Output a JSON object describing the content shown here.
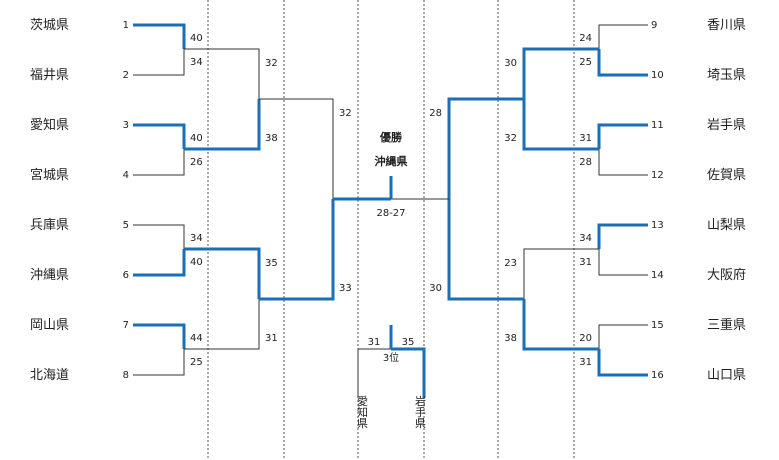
{
  "colors": {
    "win": "#1a6fb5",
    "line": "#333333",
    "guide": "#555555"
  },
  "left": {
    "teams": [
      {
        "name": "茨城県",
        "seed": "1"
      },
      {
        "name": "福井県",
        "seed": "2"
      },
      {
        "name": "愛知県",
        "seed": "3"
      },
      {
        "name": "宮城県",
        "seed": "4"
      },
      {
        "name": "兵庫県",
        "seed": "5"
      },
      {
        "name": "沖縄県",
        "seed": "6"
      },
      {
        "name": "岡山県",
        "seed": "7"
      },
      {
        "name": "北海道",
        "seed": "8"
      }
    ],
    "r1_scores": [
      "40",
      "34",
      "40",
      "26",
      "34",
      "40",
      "44",
      "25"
    ],
    "r2_scores": [
      "32",
      "38",
      "35",
      "31"
    ],
    "r3_scores": [
      "32",
      "33"
    ]
  },
  "right": {
    "teams": [
      {
        "name": "香川県",
        "seed": "9"
      },
      {
        "name": "埼玉県",
        "seed": "10"
      },
      {
        "name": "岩手県",
        "seed": "11"
      },
      {
        "name": "佐賀県",
        "seed": "12"
      },
      {
        "name": "山梨県",
        "seed": "13"
      },
      {
        "name": "大阪府",
        "seed": "14"
      },
      {
        "name": "三重県",
        "seed": "15"
      },
      {
        "name": "山口県",
        "seed": "16"
      }
    ],
    "r1_scores": [
      "24",
      "25",
      "31",
      "28",
      "34",
      "31",
      "20",
      "31"
    ],
    "r2_scores": [
      "30",
      "32",
      "23",
      "38"
    ],
    "r3_scores": [
      "28",
      "30"
    ]
  },
  "final": {
    "title": "優勝",
    "champion": "沖縄県",
    "score": "28-27"
  },
  "third_place": {
    "label": "3位",
    "left_score": "31",
    "right_score": "35",
    "left_team": "愛知県",
    "right_team": "岩手県"
  }
}
